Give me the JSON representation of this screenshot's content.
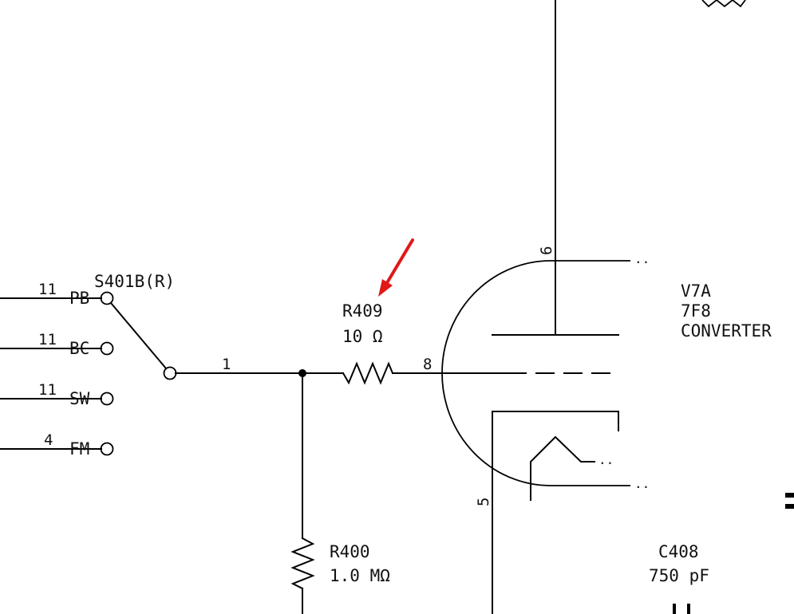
{
  "switch": {
    "ref": "S401B(R)",
    "positions": [
      {
        "name": "PB",
        "pin": "11"
      },
      {
        "name": "BC",
        "pin": "11"
      },
      {
        "name": "SW",
        "pin": "11"
      },
      {
        "name": "FM",
        "pin": "4"
      }
    ],
    "common_pin": "1"
  },
  "r409": {
    "ref": "R409",
    "value": "10 Ω",
    "pin": "8"
  },
  "r400": {
    "ref": "R400",
    "value": "1.0 MΩ"
  },
  "tube": {
    "ref": "V7A",
    "type": "7F8",
    "function": "CONVERTER",
    "pin_plate": "6",
    "pin_cathode": "5",
    "ellipsis": ".."
  },
  "c408": {
    "ref": "C408",
    "value": "750 pF"
  },
  "annotation": {
    "color": "#e01818",
    "icon": "arrow-pointing-at-r409"
  }
}
